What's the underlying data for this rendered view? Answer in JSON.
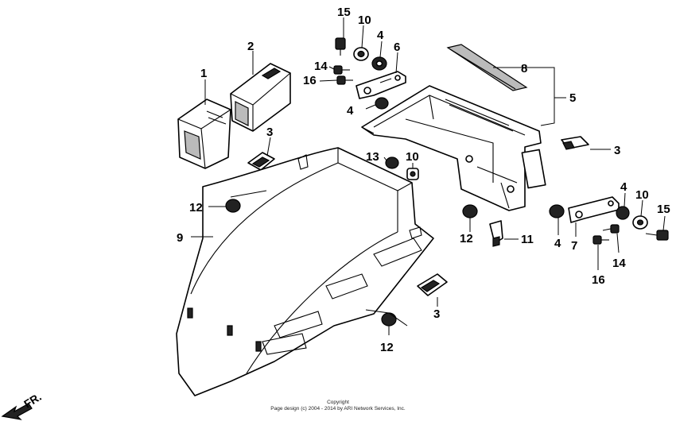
{
  "diagram": {
    "labels": {
      "p1": "1",
      "p2": "2",
      "p3a": "3",
      "p3b": "3",
      "p3c": "3",
      "p4a": "4",
      "p4b": "4",
      "p4c": "4",
      "p4d": "4",
      "p5": "5",
      "p6": "6",
      "p7": "7",
      "p8": "8",
      "p9": "9",
      "p10a": "10",
      "p10b": "10",
      "p10c": "10",
      "p11": "11",
      "p12a": "12",
      "p12b": "12",
      "p12c": "12",
      "p13": "13",
      "p14a": "14",
      "p14b": "14",
      "p15a": "15",
      "p15b": "15",
      "p16a": "16",
      "p16b": "16"
    },
    "direction_label": "FR."
  },
  "footer": {
    "line1": "Copyright",
    "line2": "Page design (c) 2004 - 2014 by ARI Network Services, Inc."
  }
}
